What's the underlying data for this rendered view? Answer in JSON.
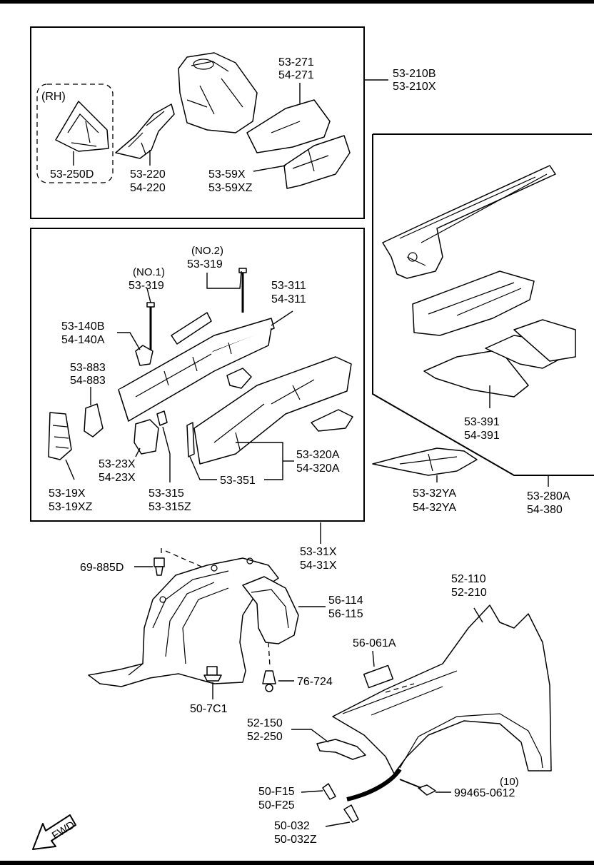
{
  "labels": {
    "rh": "(RH)",
    "p53_250D": "53-250D",
    "p53_220": "53-220",
    "p54_220": "54-220",
    "p53_271": "53-271",
    "p54_271": "54-271",
    "p53_210B": "53-210B",
    "p53_210X": "53-210X",
    "p53_59X": "53-59X",
    "p53_59XZ": "53-59XZ",
    "no2": "(NO.2)",
    "p53_319_b": "53-319",
    "no1": "(NO.1)",
    "p53_319_a": "53-319",
    "p53_311": "53-311",
    "p54_311": "54-311",
    "p53_140B": "53-140B",
    "p54_140A": "54-140A",
    "p53_883": "53-883",
    "p54_883": "54-883",
    "p53_23X": "53-23X",
    "p54_23X": "54-23X",
    "p53_19X": "53-19X",
    "p53_19XZ": "53-19XZ",
    "p53_315": "53-315",
    "p53_315Z": "53-315Z",
    "p53_351": "53-351",
    "p53_320A": "53-320A",
    "p54_320A": "54-320A",
    "p53_31X": "53-31X",
    "p54_31X": "54-31X",
    "p53_391": "53-391",
    "p54_391": "54-391",
    "p53_32YA": "53-32YA",
    "p54_32YA": "54-32YA",
    "p53_280A": "53-280A",
    "p54_380": "54-380",
    "p69_885D": "69-885D",
    "p56_114": "56-114",
    "p56_115": "56-115",
    "p52_110": "52-110",
    "p52_210": "52-210",
    "p56_061A": "56-061A",
    "p76_724": "76-724",
    "p50_7C1": "50-7C1",
    "p52_150": "52-150",
    "p52_250": "52-250",
    "qty10": "(10)",
    "p99465": "99465-0612",
    "p50_F15": "50-F15",
    "p50_F25": "50-F25",
    "p50_032": "50-032",
    "p50_032Z": "50-032Z",
    "fwd": "FWD"
  }
}
